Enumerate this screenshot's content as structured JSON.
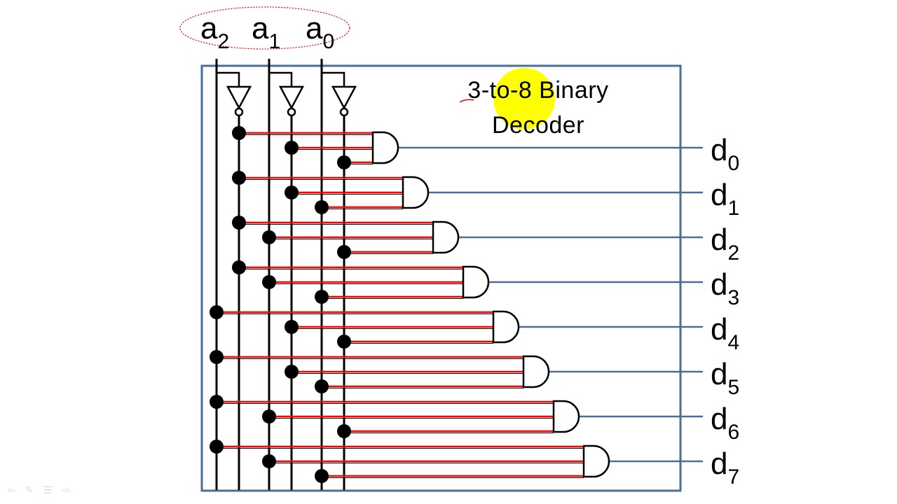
{
  "diagram": {
    "title_line1": "3-to-8 Binary",
    "title_line2": "Decoder",
    "inputs": [
      {
        "base": "a",
        "sub": "2"
      },
      {
        "base": "a",
        "sub": "1"
      },
      {
        "base": "a",
        "sub": "0"
      }
    ],
    "outputs": [
      {
        "base": "d",
        "sub": "0"
      },
      {
        "base": "d",
        "sub": "1"
      },
      {
        "base": "d",
        "sub": "2"
      },
      {
        "base": "d",
        "sub": "3"
      },
      {
        "base": "d",
        "sub": "4"
      },
      {
        "base": "d",
        "sub": "5"
      },
      {
        "base": "d",
        "sub": "6"
      },
      {
        "base": "d",
        "sub": "7"
      }
    ],
    "colors": {
      "box": "#4a6f94",
      "wire": "#000000",
      "connection": "#ff0000",
      "highlight": "#ffff00",
      "annotation": "#dd0000"
    }
  },
  "toolbar": {
    "icons": [
      "prev-arrow-icon",
      "pen-icon",
      "menu-icon",
      "next-arrow-icon"
    ]
  }
}
